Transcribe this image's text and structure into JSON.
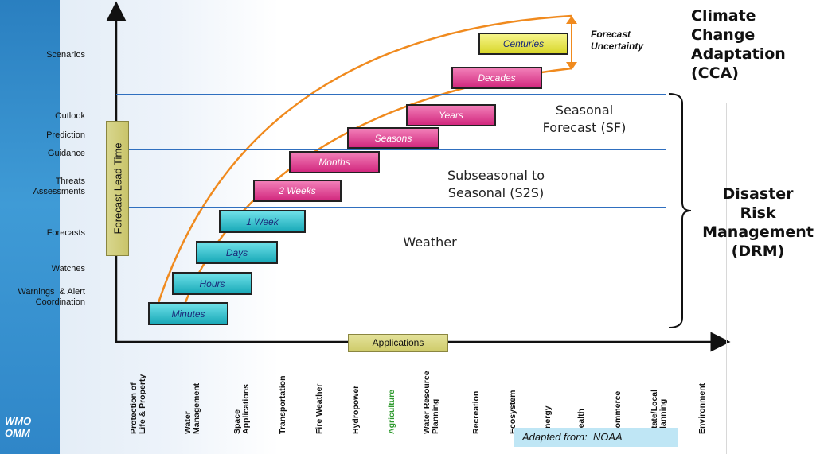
{
  "y_axis_label": "Forecast Lead Time",
  "x_axis_label": "Applications",
  "lead_times": [
    "Scenarios",
    "Outlook",
    "Prediction",
    "Guidance",
    "Threats\nAssessments",
    "Forecasts",
    "Watches",
    "Warnings  & Alert\nCoordination"
  ],
  "bars": [
    "Minutes",
    "Hours",
    "Days",
    "1 Week",
    "2 Weeks",
    "Months",
    "Seasons",
    "Years",
    "Decades",
    "Centuries"
  ],
  "forecast_uncertainty": "Forecast\nUncertainty",
  "regions": {
    "sf": "Seasonal\nForecast (SF)",
    "s2s": "Subseasonal to\nSeasonal (S2S)",
    "weather": "Weather"
  },
  "applications": [
    "Protection of\nLife & Property",
    "Water\nManagement",
    "Space\nApplications",
    "Transportation",
    "Fire Weather",
    "Hydropower",
    "Agriculture",
    "Water Resource\nPlanning",
    "Recreation",
    "Ecosystem",
    "Energy",
    "Health",
    "Commerce",
    "State/Local\nPlanning",
    "Environment"
  ],
  "right": {
    "cca": "Climate\nChange\nAdaptation\n(CCA)",
    "drm": "Disaster\nRisk\nManagement\n(DRM)"
  },
  "source_note": "Adapted from:  NOAA",
  "logo": "WMO\nOMM",
  "colors": {
    "short_range_bars": "#19a9b8",
    "long_range_bars": "#d2287e",
    "centuries_bar": "#d8d62a",
    "uncertainty_curves": "#f08a1e",
    "region_lines": "#2f6fbf",
    "agriculture_text": "#2e9a2e",
    "source_box": "#bfe6f5"
  }
}
